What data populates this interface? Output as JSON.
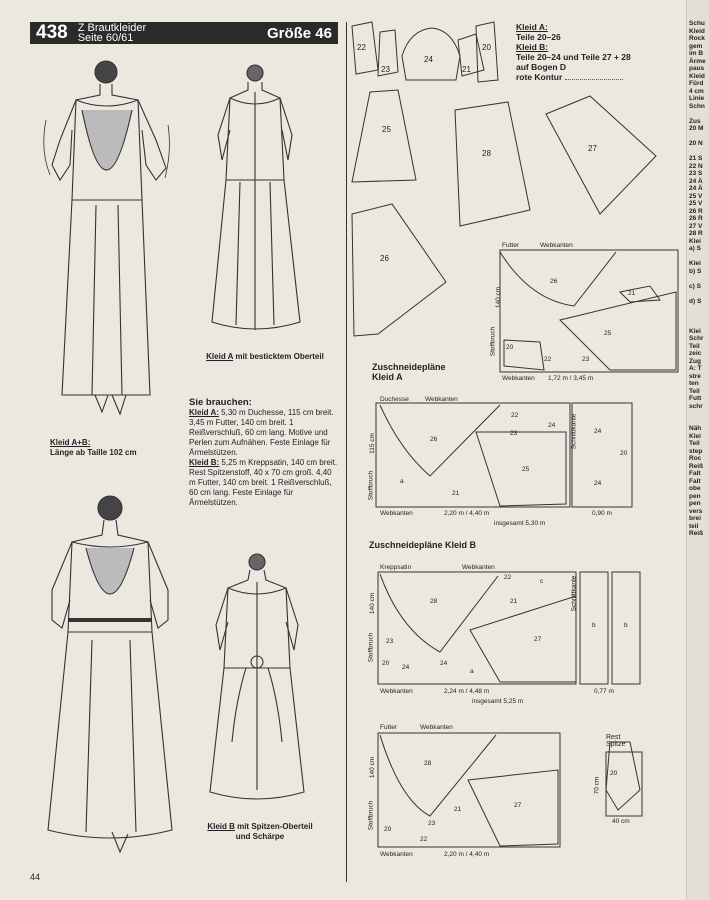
{
  "header": {
    "number": "438",
    "category": "Z Brautkleider",
    "pages": "Seite 60/61",
    "size": "Größe 46"
  },
  "captions": {
    "kleid_a_back_label": "Kleid A",
    "kleid_a_back_rest": " mit besticktem Oberteil",
    "kleid_ab_label": "Kleid A+B:",
    "kleid_ab_length": "Länge ab Taille 102 cm",
    "kleid_b_label": "Kleid B",
    "kleid_b_rest": " mit Spitzen-Oberteil",
    "kleid_b_rest2": "und Schärpe"
  },
  "needs": {
    "title": "Sie brauchen:",
    "a_label": "Kleid A:",
    "a_text": " 5,30 m Duchesse, 115 cm breit. 3,45 m Futter, 140 cm breit. 1 Reißverschluß, 60 cm lang. Motive und Perlen zum Aufnähen. Feste Einlage für Ärmelstützen.",
    "b_label": "Kleid B:",
    "b_text": " 5,25 m Kreppsatin, 140 cm breit. Rest Spitzenstoff, 40 x 70 cm groß. 4,40 m Futter, 140 cm breit. 1 Reißverschluß, 60 cm lang. Feste Einlage für Ärmelstützen."
  },
  "legend": {
    "a_label": "Kleid A:",
    "a_parts": "Teile 20–26",
    "b_label": "Kleid B:",
    "b_parts": "Teile 20–24 und Teile 27 + 28",
    "b_sheet": "auf Bogen D",
    "contour": "rote Kontur"
  },
  "pieces": {
    "p22": "22",
    "p23": "23",
    "p24": "24",
    "p21": "21",
    "p20": "20",
    "p25": "25",
    "p28": "28",
    "p27": "27",
    "p26": "26"
  },
  "plans": {
    "kleid_a_title1": "Zuschneidepläne",
    "kleid_a_title2": "Kleid A",
    "kleid_b_title": "Zuschneidepläne Kleid B",
    "futter": "Futter",
    "webkanten": "Webkanten",
    "stoffbruch": "Stoffbruch",
    "duchesse": "Duchesse",
    "kreppsatin": "Kreppsatin",
    "schnittkante": "Schnittkante",
    "a_futter_dims": "1,72 m / 3,45 m",
    "a_main_dims": "2,20 m / 4,40 m",
    "a_extra_dims": "0,90 m",
    "a_total": "insgesamt  5,30 m",
    "b_main_dims": "2,24 m / 4,48 m",
    "b_extra_dims": "0,77 m",
    "b_total": "insgesamt  5,25 m",
    "b_futter_dims": "2,20 m / 4,40 m",
    "width_140": "140 cm",
    "width_115": "115 cm",
    "rest_title1": "Rest",
    "rest_title2": "Spitze",
    "rest_h": "70 cm",
    "rest_w": "40 cm",
    "lbl_a": "a",
    "lbl_b": "b",
    "lbl_c": "c"
  },
  "page_number": "44",
  "right_strip": [
    "Schu",
    "Kleid",
    "Rock",
    "gem",
    "im B",
    "Ärme",
    "paus",
    "Kleid",
    "Fürd",
    "4 cm",
    "Linie",
    "Schn",
    "",
    "Zus",
    "20 M",
    "",
    "20 N",
    "",
    "21 S",
    "22 N",
    "23 S",
    "24 Ä",
    "24 Ä",
    "25 V",
    "25 V",
    "26 R",
    "26 R",
    "27 V",
    "28 R",
    "Klei",
    "a) S",
    "",
    "Klei",
    "b) S",
    "",
    "c) S",
    "",
    "d) S",
    "",
    "",
    "",
    "Klei",
    "Schr",
    "Teil",
    "zeic",
    "Zug",
    "A: T",
    "stre",
    "ten",
    "Teil",
    "Futt",
    "schr",
    "",
    "",
    "Näh",
    "Klei",
    "Teil",
    "step",
    "Roc",
    "Reiß",
    "Falt",
    "Falt",
    "obe",
    "pen",
    "pen",
    "vers",
    "brei",
    "teil",
    "Reiß"
  ]
}
